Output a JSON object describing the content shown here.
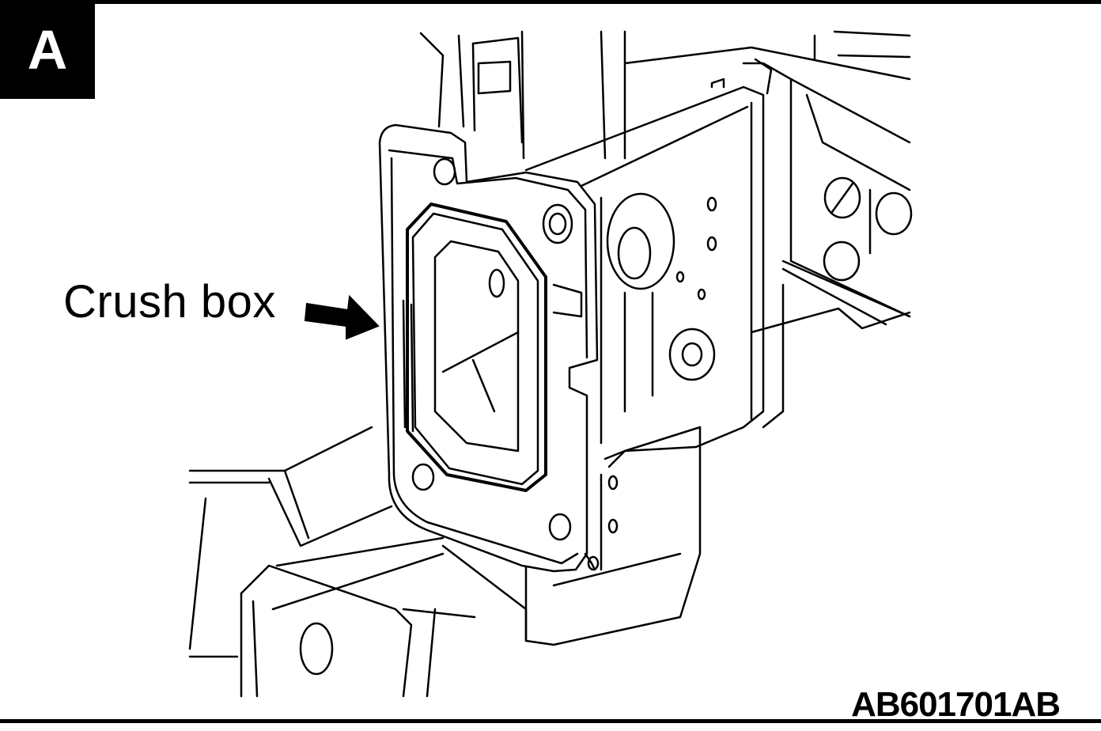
{
  "view_label": "A",
  "callout_label": "Crush box",
  "figure_id": "AB601701AB",
  "colors": {
    "line": "#000000",
    "background": "#ffffff"
  },
  "icons": {
    "arrow": "arrow-right-icon"
  }
}
